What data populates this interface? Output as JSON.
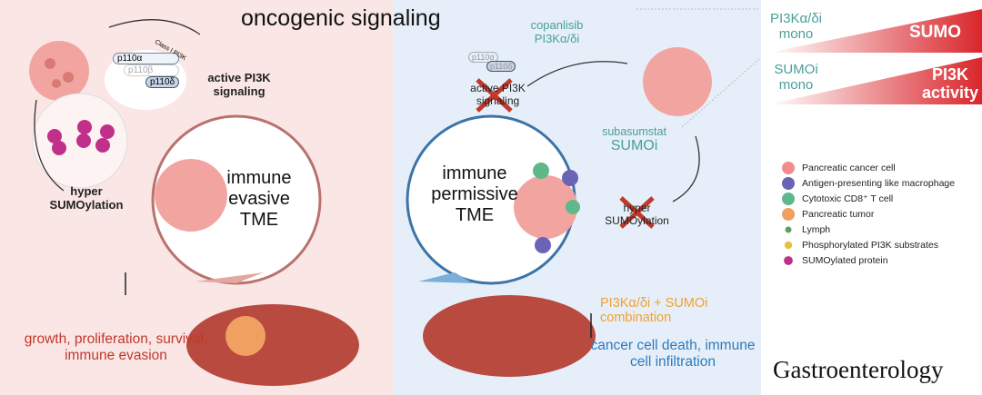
{
  "title": "oncogenic signaling",
  "left": {
    "pi3k_isoforms": [
      "p110α",
      "p110β",
      "p110δ"
    ],
    "class_label": "Class I PI3K",
    "active_pi3k": "active PI3K signaling",
    "hyper_sumo": "hyper SUMOylation",
    "tme": "immune evasive TME",
    "outcome": "growth, proliferation, survival, immune evasion"
  },
  "middle": {
    "drug1": "copanlisib",
    "drug1_class": "PI3Kα/δi",
    "isoforms": [
      "p110α",
      "p110δ"
    ],
    "active_pi3k": "active PI3K signaling",
    "drug2": "subasumstat",
    "drug2_class": "SUMOi",
    "hyper_sumo": "hyper SUMOylation",
    "tme": "immune permissive TME",
    "combination": "PI3Kα/δi + SUMOi combination",
    "outcome": "cancer cell death, immune cell infiltration"
  },
  "right": {
    "mono1": "PI3Kα/δi mono",
    "wedge1": "SUMO",
    "mono2": "SUMOi mono",
    "wedge2": "PI3K activity",
    "legend": [
      {
        "icon": "pancreatic-cancer-cell-icon",
        "label": "Pancreatic cancer cell",
        "color": "#f08c8c"
      },
      {
        "icon": "macrophage-icon",
        "label": "Antigen-presenting like macrophage",
        "color": "#6b63b5"
      },
      {
        "icon": "t-cell-icon",
        "label": "Cytotoxic CD8⁺ T cell",
        "color": "#5fb88a"
      },
      {
        "icon": "pancreatic-tumor-icon",
        "label": "Pancreatic tumor",
        "color": "#f0a060"
      },
      {
        "icon": "lymph-icon",
        "label": "Lymph",
        "color": "#5fa05f"
      },
      {
        "icon": "phospho-substrate-icon",
        "label": "Phosphorylated PI3K substrates",
        "color": "#e8c040"
      },
      {
        "icon": "sumoylated-protein-icon",
        "label": "SUMOylated protein",
        "color": "#c0308a"
      }
    ],
    "journal": "Gastroenterology"
  },
  "colors": {
    "left_bg": "#fbe6e6",
    "mid_bg": "#e6eff9",
    "teal": "#4a9e9a",
    "red": "#c0392b",
    "blue_text": "#2b7bbf",
    "orange": "#f0a030"
  }
}
